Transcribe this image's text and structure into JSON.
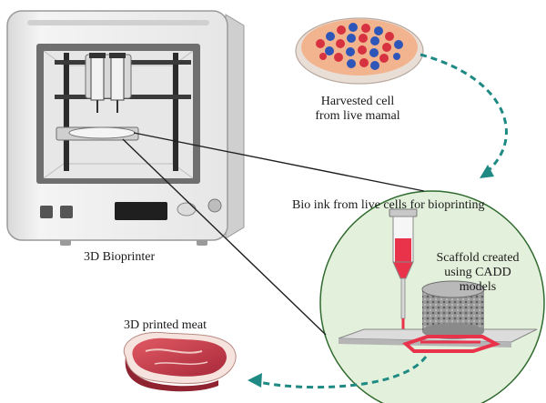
{
  "labels": {
    "harvested_line1": "Harvested cell",
    "harvested_line2": "from live mamal",
    "bioink": "Bio ink from live cells for bioprinting",
    "scaffold_line1": "Scaffold created",
    "scaffold_line2": "using CADD",
    "scaffold_line3": "models",
    "bioprinter": "3D Bioprinter",
    "printed_meat": "3D printed meat"
  },
  "colors": {
    "arrow": "#1f8a84",
    "circle_fill": "#e3f1dc",
    "circle_stroke": "#2f6a2e",
    "bioink": "#e8334a",
    "dish_agar": "#f2b48f",
    "cell_red": "#d6323f",
    "cell_blue": "#2e56b8",
    "meat": "#c9414c",
    "printer_body": "#eeeeee"
  },
  "icons": {
    "printer": "bioprinter-illustration",
    "dish": "petri-dish-illustration",
    "nozzle": "bioprinter-nozzle-illustration",
    "scaffold": "scaffold-cylinder-illustration",
    "meat": "steak-illustration"
  }
}
